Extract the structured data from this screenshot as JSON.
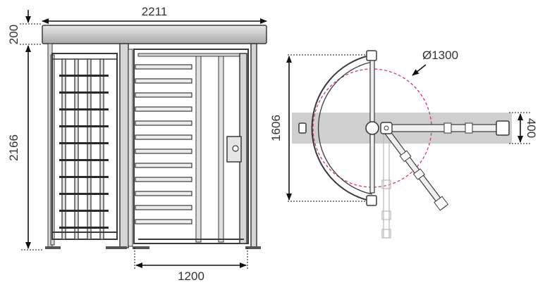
{
  "colors": {
    "steel_fill": "#d6d6d6",
    "steel_stroke": "#3a3a3a",
    "roof_fill": "#bdbdbd",
    "band_fill": "#cfcfcf",
    "radius_dash": "#d23a5e",
    "dim_line": "#111111",
    "ghost_arm": "#b9b9b9"
  },
  "front_view": {
    "width_label": "2211",
    "roof_label": "200",
    "height_label": "2166",
    "passage_label": "1200"
  },
  "top_view": {
    "diameter_label": "Ø1300",
    "depth_label": "1606",
    "band_label": "400"
  }
}
